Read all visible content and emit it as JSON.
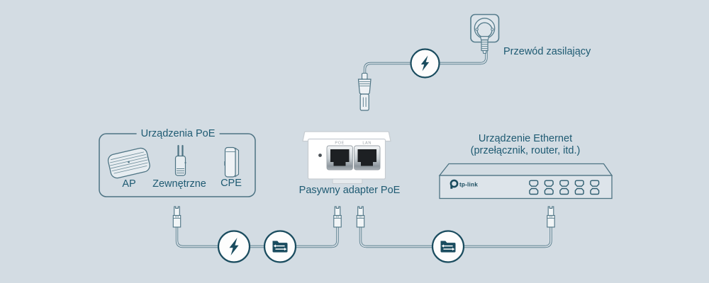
{
  "colors": {
    "background": "#d3dce3",
    "outline_teal": "#4d7383",
    "icon_dark_teal": "#1a4c5f",
    "text_teal": "#1e5a72",
    "adapter_white": "#ffffff",
    "port_black": "#1d2023"
  },
  "power": {
    "label": "Przewód zasilający"
  },
  "poe_box": {
    "title": "Urządzenia PoE",
    "devices": [
      {
        "label": "AP"
      },
      {
        "label": "Zewnętrzne"
      },
      {
        "label": "CPE"
      }
    ]
  },
  "adapter": {
    "label": "Pasywny adapter PoE",
    "port_poe": "POE",
    "port_lan": "LAN"
  },
  "ethernet": {
    "title": "Urządzenie Ethernet",
    "subtitle": "(przełącznik, router, itd.)",
    "brand": "tp-link"
  },
  "icons": {
    "power": "lightning-bolt",
    "data": "data-transfer-folder"
  }
}
